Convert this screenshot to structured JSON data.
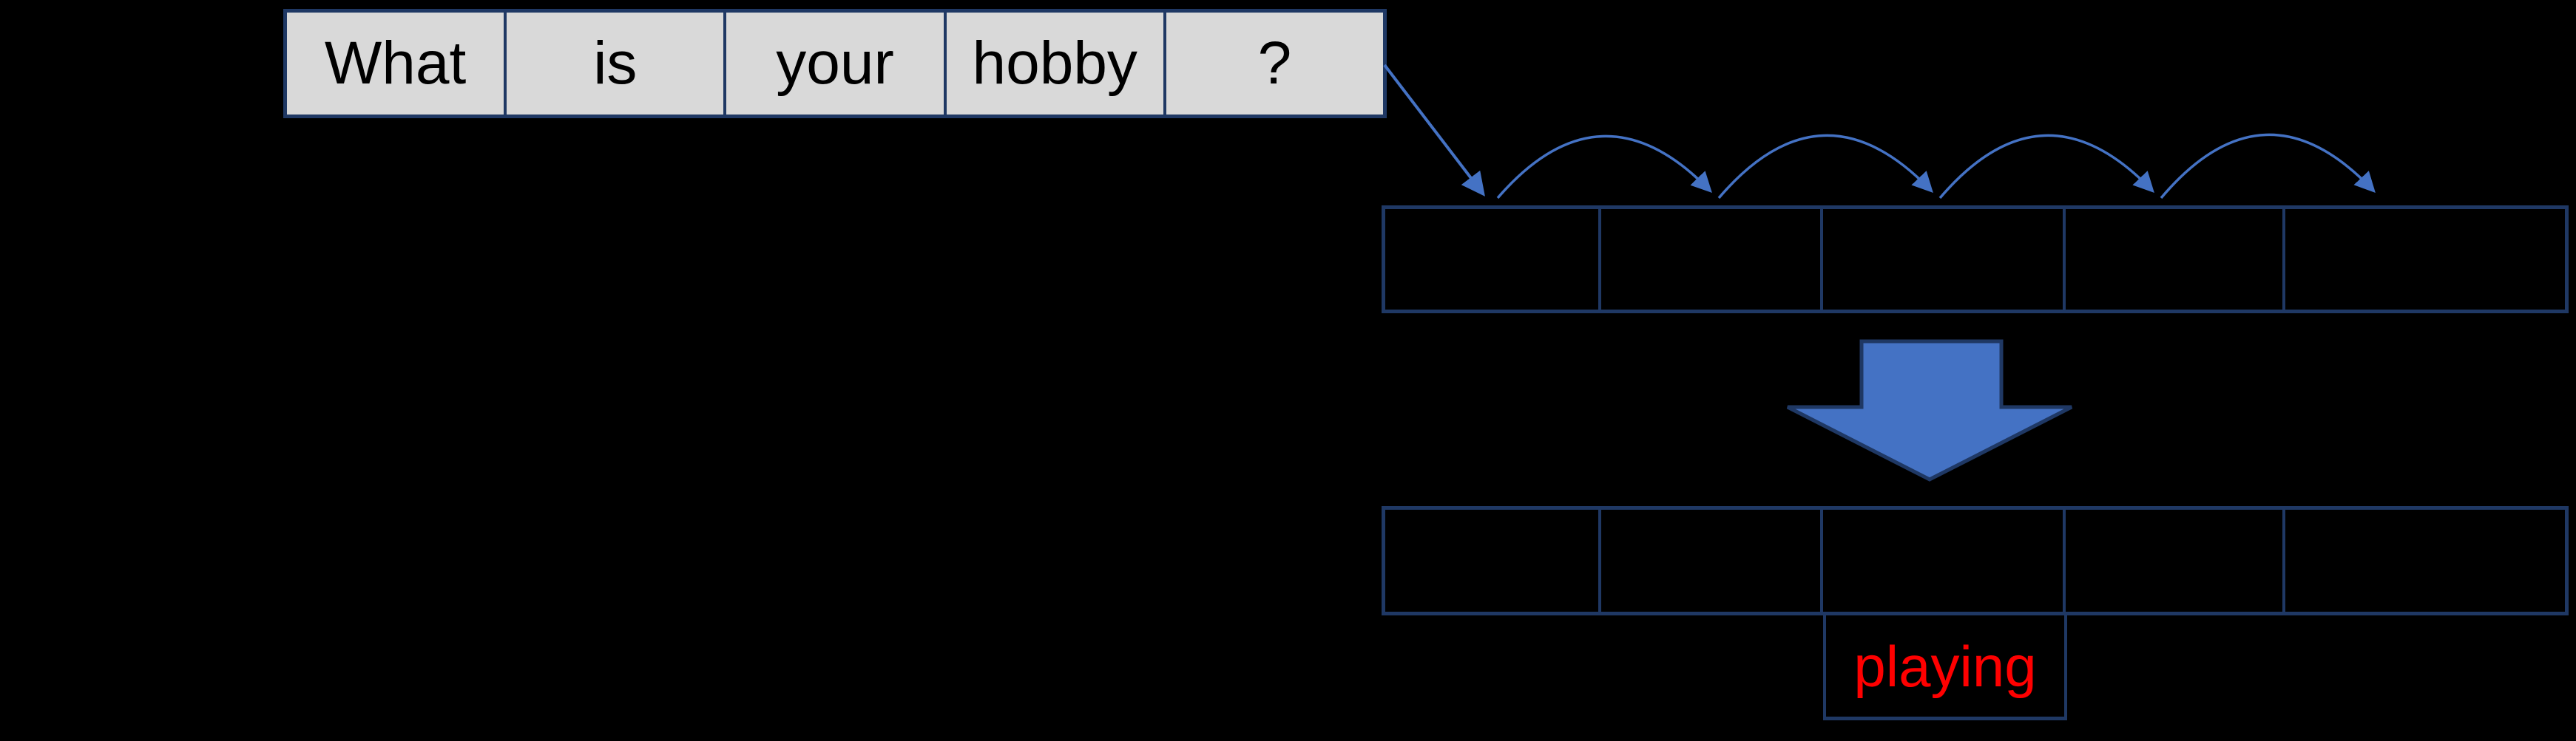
{
  "colors": {
    "background": "#000000",
    "table-fill": "#d9d9d9",
    "border-navy": "#1f3864",
    "accent-blue": "#4472c4",
    "highlight-red": "#ff0000",
    "text-black": "#000000"
  },
  "sentence_table": {
    "cells": [
      "What",
      "is",
      "your",
      "hobby",
      "?"
    ]
  },
  "upper_row": {
    "cells": [
      "",
      "",
      "",
      "",
      ""
    ]
  },
  "lower_row": {
    "cells": [
      "",
      "",
      "",
      "",
      ""
    ]
  },
  "predicted_word": {
    "label": "playing"
  },
  "icons": {
    "input_connector": "diagonal-thin-arrow",
    "hop_connectors": "arc-arrow",
    "hop_count": 4,
    "transform_arrow": "block-down-arrow"
  }
}
